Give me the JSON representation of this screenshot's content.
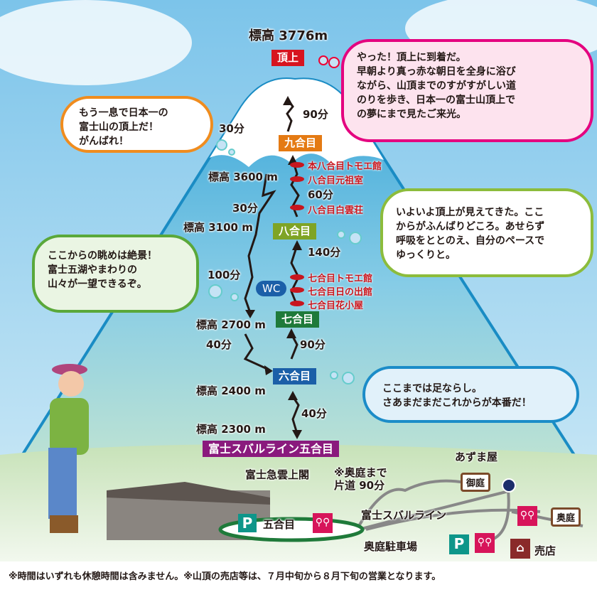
{
  "summit": {
    "elevation": "標高 3776m",
    "label": "頂上"
  },
  "stations": {
    "kyu": "九合目",
    "hachi": "八合目",
    "nana": "七合目",
    "roku": "六合目",
    "go": "富士スバルライン五合目"
  },
  "times": {
    "up_summit": "90分",
    "down_summit": "30分",
    "up_hachi_kyu": "60分",
    "down_3600_3100": "30分",
    "up_nana_hachi": "140分",
    "down_3100_2700": "100分",
    "down_2700_2400": "40分",
    "up_roku_nana": "90分",
    "up_go_roku": "40分"
  },
  "elevations": {
    "e3600": "標高 3600 m",
    "e3100": "標高 3100 m",
    "e2700": "標高 2700 m",
    "e2400": "標高 2400 m",
    "e2300": "標高 2300 m"
  },
  "huts": {
    "h8a": "本八合目トモエ館",
    "h8b": "八合目元祖室",
    "h8c": "八合目白雲荘",
    "h7a": "七合目トモエ館",
    "h7b": "七合目日の出館",
    "h7c": "七合目花小屋"
  },
  "wc": "WC",
  "bubbles": {
    "summit": "やった！頂上に到着だ。\n早朝より真っ赤な朝日を全身に浴び\nながら、山頂までのすがすがしい道\nのりを歩き、日本一の富士山頂上で\nの夢にまで見たご来光。",
    "ninth": "もう一息で日本一の\n富士山の頂上だ！\nがんばれ！",
    "eighth": "いよいよ頂上が見えてきた。ここ\nからがふんばりどころ。あせらず\n呼吸をととのえ、自分のペースで\nゆっくりと。",
    "seventh": "ここからの眺めは絶景！\n富士五湖やまわりの\n山々が一望できるぞ。",
    "sixth": "ここまでは足ならし。\nさあまだまだこれからが本番だ！"
  },
  "base": {
    "hotel": "富士急雲上閣",
    "note": "※奥庭まで\n片道 90分",
    "azumaya": "あずま屋",
    "oniwa": "御庭",
    "okuniwa": "奥庭",
    "subaru": "富士スバルライン",
    "goume": "五合目",
    "parking": "奥庭駐車場",
    "shop": "売店",
    "p": "P"
  },
  "footer": "※時間はいずれも休憩時間は含みません。※山頂の売店等は、７月中旬から８月下旬の営業となります。"
}
